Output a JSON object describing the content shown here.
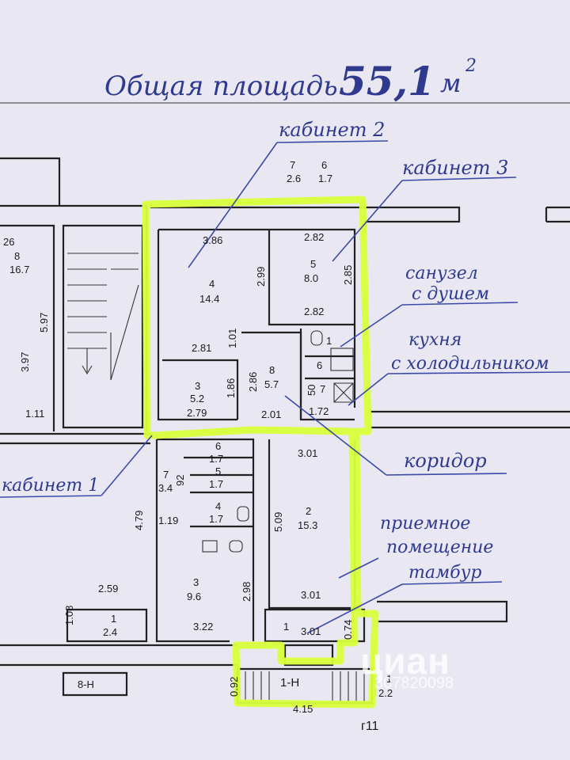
{
  "header": {
    "total_area_text": "Общая площадь",
    "total_area_value": "55,1",
    "unit": "м",
    "unit_power": "2"
  },
  "notes": {
    "cabinet2": "кабинет 2",
    "cabinet3": "кабинет 3",
    "bathroom_line1": "санузел",
    "bathroom_line2": "с душем",
    "kitchen_line1": "кухня",
    "kitchen_line2": "с холодильником",
    "cabinet1": "кабинет 1",
    "corridor": "коридор",
    "reception_line1": "приемное",
    "reception_line2": "помещение",
    "vestibule": "тамбур"
  },
  "rooms": {
    "top": {
      "n7": "7",
      "a7": "2.6",
      "n6": "6",
      "a6": "1.7"
    },
    "left_upper": {
      "dim": "26",
      "num": "8",
      "area": "16.7"
    },
    "left_side": {
      "d1": "3.97",
      "d2": "5.97",
      "d3": "1.11"
    },
    "room4": {
      "top": "3.86",
      "num": "4",
      "area": "14.4",
      "side": "2.99",
      "bottom": "2.81"
    },
    "room5": {
      "top": "2.82",
      "num": "5",
      "area": "8.0",
      "side": "2.85",
      "bottom": "2.82"
    },
    "room_w1": {
      "num": "1",
      "num2": "6"
    },
    "room8": {
      "dim_v": "1.01",
      "num": "8",
      "area": "5.7",
      "side": "2.86",
      "side2": "1.86",
      "bottom": "2.01"
    },
    "room7k": {
      "num": "7",
      "side": "50",
      "width": "1.72"
    },
    "room3": {
      "num": "3",
      "area": "5.2",
      "width": "2.79"
    },
    "lower_left": {
      "n6": "6",
      "a6": "1.7",
      "n5": "5",
      "a5": "1.7",
      "n4": "4",
      "a4": "1.7",
      "n7": "7",
      "a7": "3.4",
      "d92": "92",
      "d479": "4.79",
      "d119": "1.19",
      "n3": "3",
      "a3": "9.6",
      "d298": "2.98",
      "d322": "3.22",
      "d259": "2.59",
      "d108": "1.08",
      "n1": "1",
      "a1": "2.4",
      "stair": "8-Н"
    },
    "room2": {
      "top": "3.01",
      "num": "2",
      "area": "15.3",
      "side": "5.09",
      "bottom": "3.01"
    },
    "room1": {
      "num": "1",
      "width": "3.01",
      "side": "0.74"
    },
    "entrance": {
      "d092": "0.92",
      "stair": "1-Н",
      "width": "4.15",
      "n1": "1",
      "a1": "2.2",
      "page": "г11"
    }
  },
  "watermark": {
    "brand": "циан",
    "id": "307820098"
  },
  "colors": {
    "highlight": "#d9ff3a",
    "pen": "#2f3a8f",
    "paper": "#e9e8f2"
  }
}
